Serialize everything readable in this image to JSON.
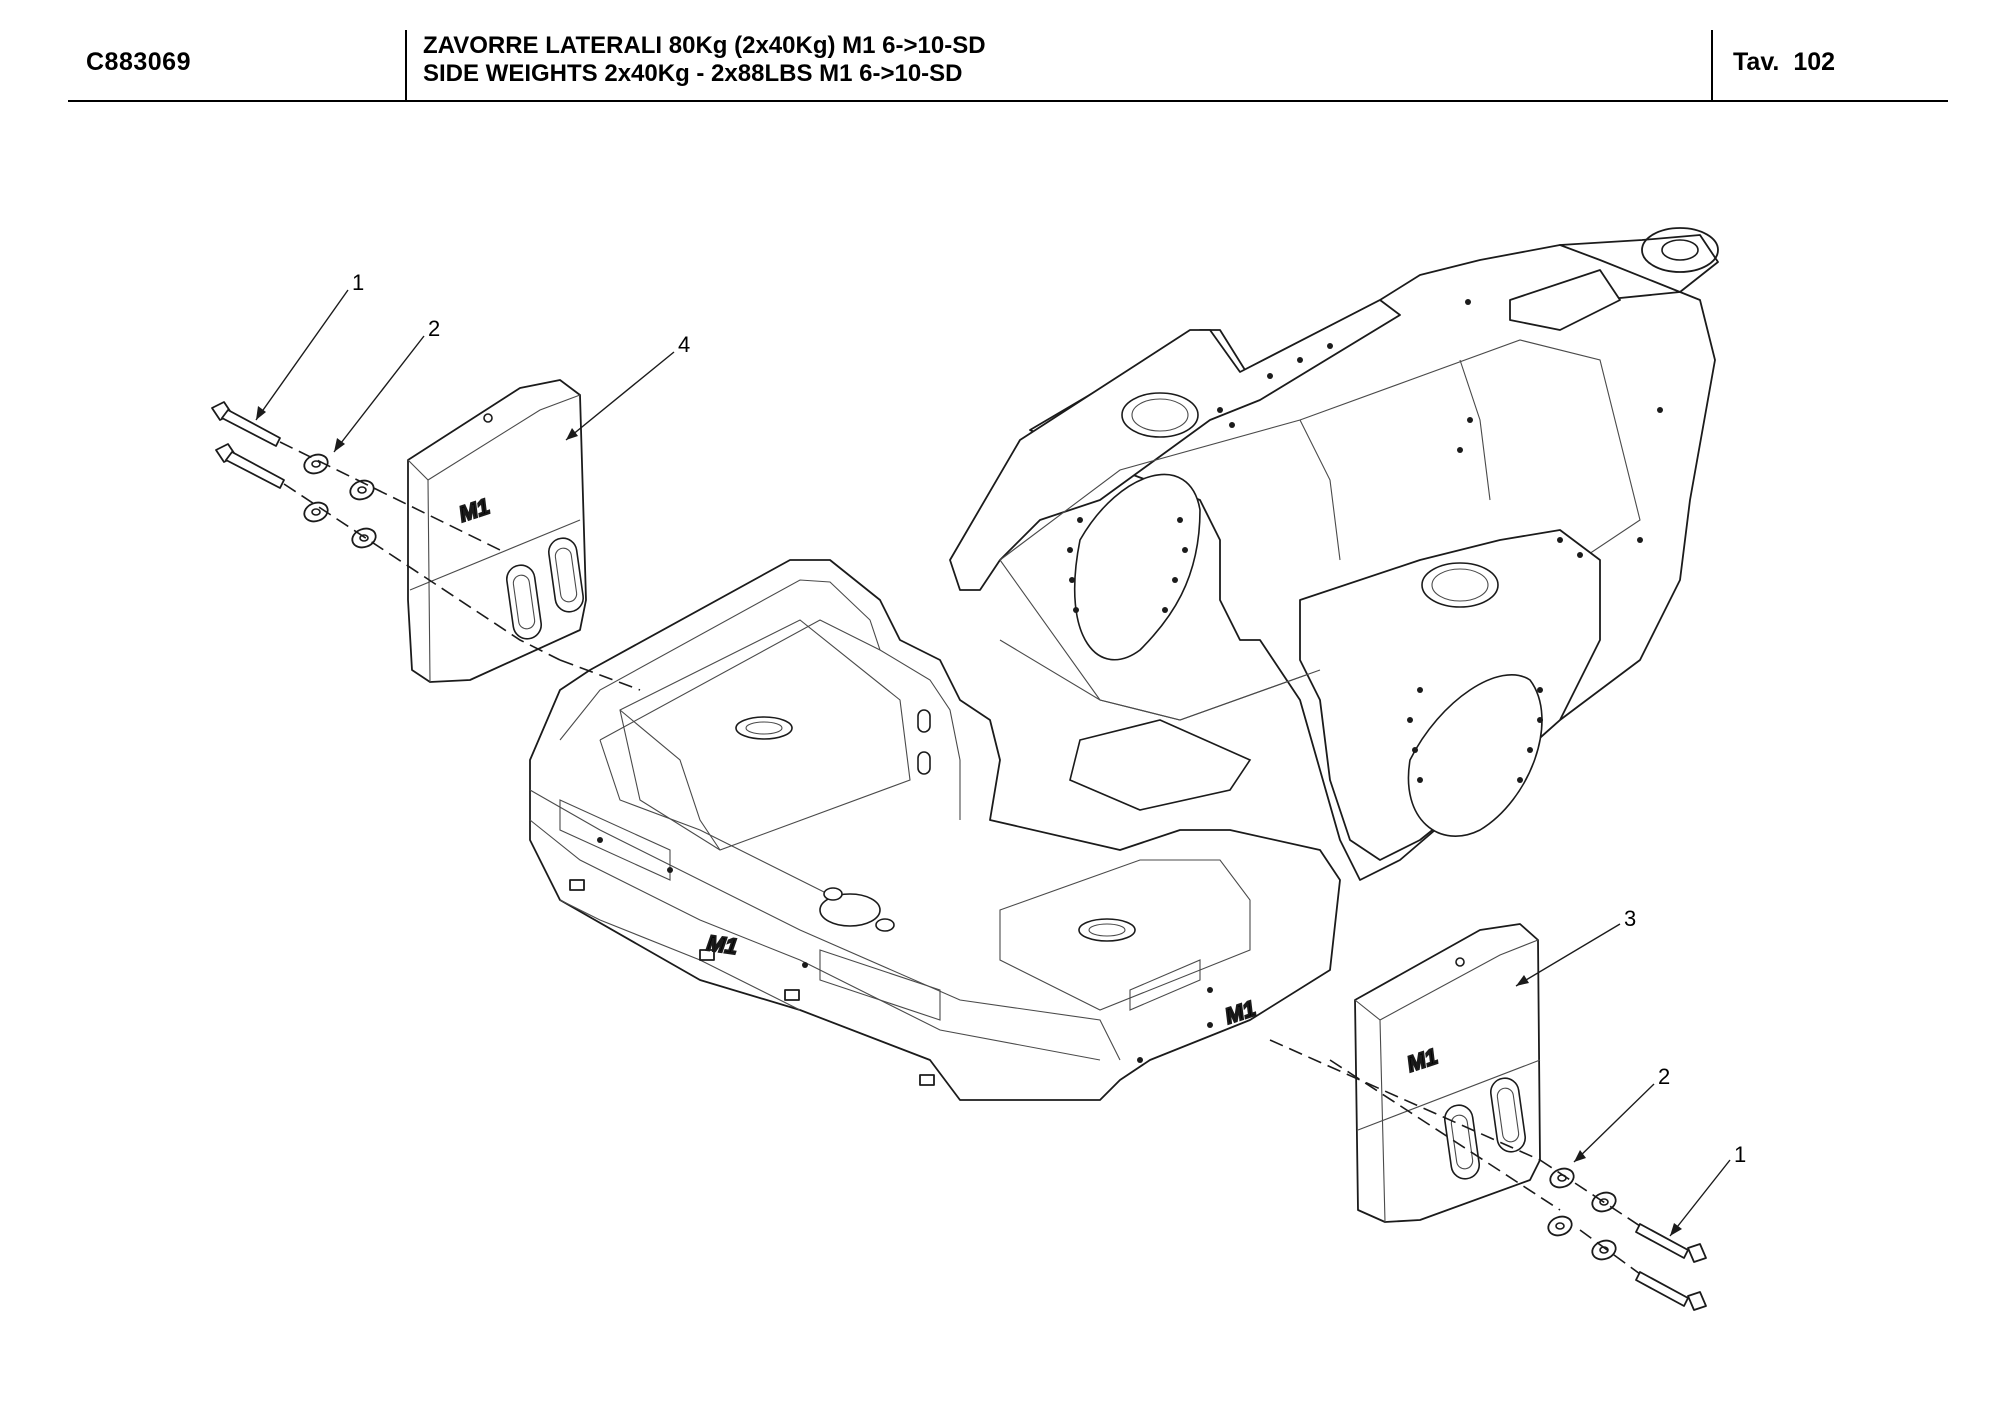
{
  "header": {
    "code": "C883069",
    "title_it": "ZAVORRE LATERALI 80Kg (2x40Kg) M1 6->10-SD",
    "title_en": "SIDE WEIGHTS 2x40Kg - 2x88LBS M1 6->10-SD",
    "table_label": "Tav.",
    "table_number": "102"
  },
  "callouts": {
    "top_bolt": "1",
    "top_washer": "2",
    "left_weight": "4",
    "right_weight": "3",
    "bottom_washer": "2",
    "bottom_bolt": "1"
  },
  "logos": {
    "weight_mark": "M1"
  }
}
